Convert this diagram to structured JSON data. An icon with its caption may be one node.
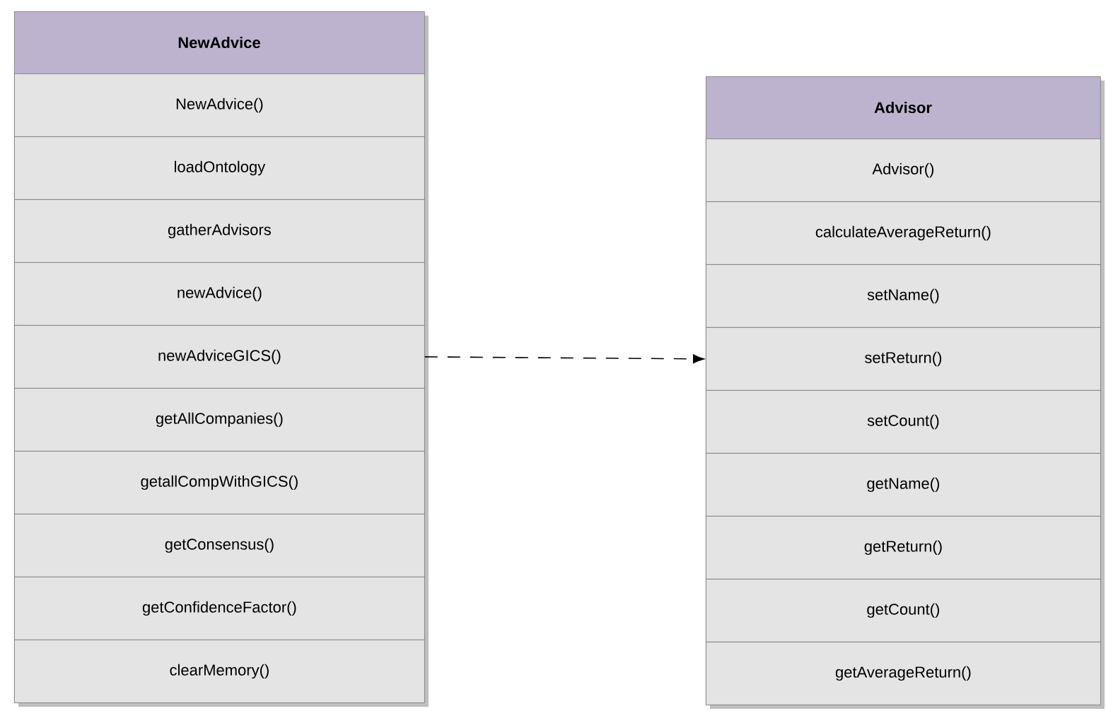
{
  "diagram": {
    "nodes": [
      {
        "text": [
          "NewAdvice"
        ]
      },
      {
        "text": [
          "NewAdvice()"
        ],
        "in": 0
      },
      {
        "text": [
          "loadOntology"
        ],
        "in": 0
      },
      {
        "text": [
          "gatherAdvisors"
        ],
        "in": 0
      },
      {
        "text": [
          "newAdvice()"
        ],
        "in": 0
      },
      {
        "text": [
          "newAdviceGICS()"
        ],
        "in": 0
      },
      {
        "text": [
          "getAllCompanies()"
        ],
        "in": 0
      },
      {
        "text": [
          "getallCompWithGICS()"
        ],
        "in": 0
      },
      {
        "text": [
          "getConsensus()"
        ],
        "in": 0
      },
      {
        "text": [
          "getConfidenceFactor()"
        ],
        "in": 0
      },
      {
        "text": [
          "clearMemory()"
        ],
        "in": 0
      },
      {
        "text": [
          "Advisor"
        ]
      },
      {
        "text": [
          "Advisor()"
        ],
        "in": 11
      },
      {
        "text": [
          "calculateAverageReturn()"
        ],
        "in": 11
      },
      {
        "text": [
          "setName()"
        ],
        "in": 11
      },
      {
        "text": [
          "setReturn()"
        ],
        "in": 11
      },
      {
        "text": [
          "setCount()"
        ],
        "in": 11
      },
      {
        "text": [
          "getName()"
        ],
        "in": 11
      },
      {
        "text": [
          "getReturn()"
        ],
        "in": 11
      },
      {
        "text": [
          "getCount()"
        ],
        "in": 11
      },
      {
        "text": [
          "getAverageReturn()"
        ],
        "in": 11
      }
    ],
    "edges": [
      {
        "from": 5,
        "to": 15,
        "arrow": "to",
        "style": "dashed"
      }
    ]
  }
}
